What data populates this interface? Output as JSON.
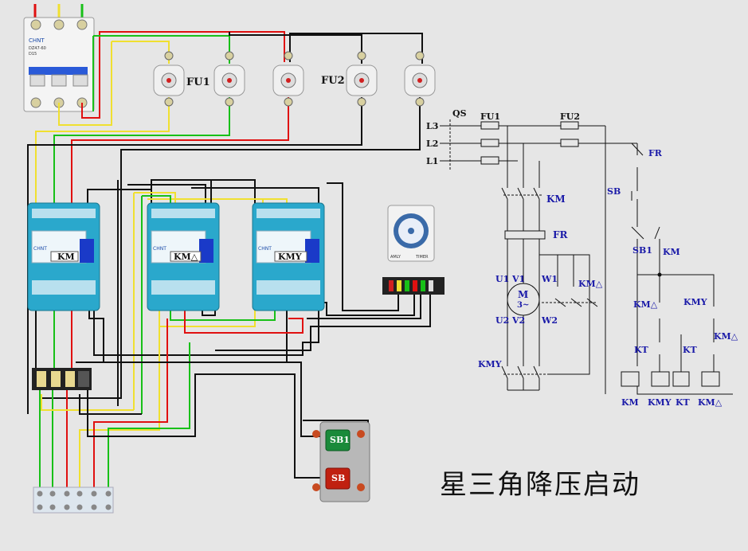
{
  "title": "星三角降压启动",
  "wiring": {
    "fuses": {
      "fu1": "FU1",
      "fu2": "FU2"
    },
    "breaker": {
      "brand": "CHNT",
      "model": "DZ47-60",
      "rating": "D15"
    },
    "contactors": [
      {
        "id": "km",
        "brand": "CHNT",
        "label": "KM"
      },
      {
        "id": "kmd",
        "brand": "CHNT",
        "label": "KM△"
      },
      {
        "id": "kmy",
        "brand": "CHNT",
        "label": "KMY"
      }
    ],
    "timer": {
      "left": "AMLY",
      "right": "TIMER"
    },
    "buttons": {
      "start": "SB1",
      "stop": "SB"
    }
  },
  "schematic": {
    "supply": [
      "L3",
      "L2",
      "L1"
    ],
    "qs": "QS",
    "fu1": "FU1",
    "fu2": "FU2",
    "km": "KM",
    "fr": "FR",
    "motor": {
      "name": "M",
      "sub": "3~",
      "terminals": [
        "U1",
        "V1",
        "W1",
        "U2",
        "V2",
        "W2"
      ]
    },
    "kmd": "KM△",
    "kmy": "KMY",
    "control": {
      "fr": "FR",
      "sb": "SB",
      "sb1": "SB1",
      "km_hold": "KM",
      "kmd_il": "KM△",
      "kmy_c": "KMY",
      "kt1": "KT",
      "kt2": "KT",
      "kmd_c": "KM△"
    },
    "coils": [
      "KM",
      "KMY",
      "KT",
      "KM△"
    ]
  },
  "colors": {
    "background": "#e6e6e6",
    "label_blue": "#1a1aa8",
    "wire_red": "#e01010",
    "wire_green": "#18c018",
    "wire_yellow": "#f0e030",
    "wire_black": "#111111",
    "contactor_body": "#2aa8cc",
    "start_button": "#1a8a3a",
    "stop_button": "#c02010"
  }
}
